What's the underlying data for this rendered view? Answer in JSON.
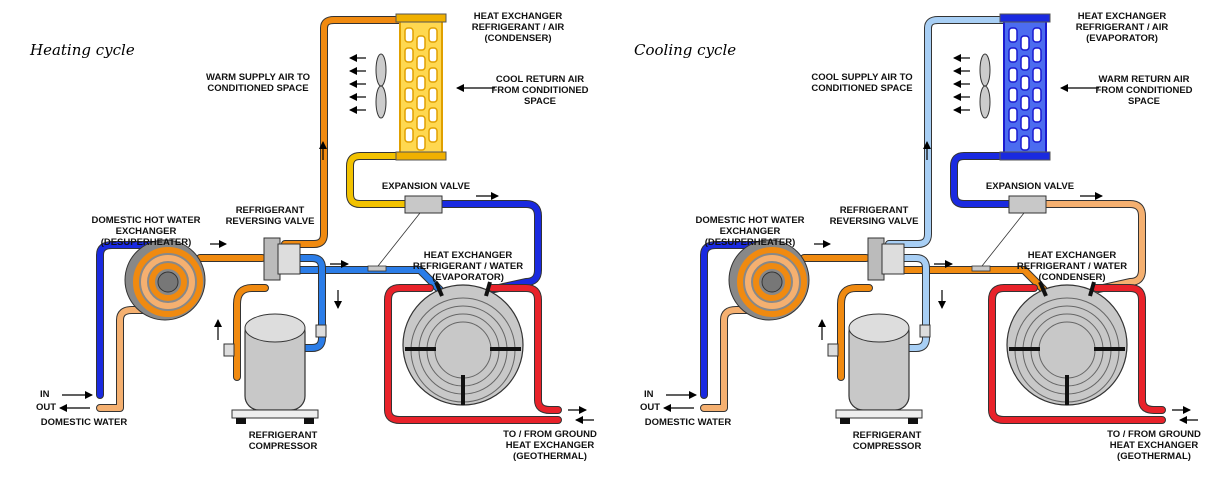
{
  "panels": [
    {
      "id": "heating",
      "title": "Heating cycle",
      "colors": {
        "coil_stroke": "#e0a000",
        "coil_fill": "#ffd850",
        "coil_pipe": "#f0b000",
        "supply_line": "#f08a10",
        "valve_to_expansion": "#f2c200",
        "expansion_to_hx": "#1a2ae0",
        "valve_to_hx": "#2b7de8",
        "loop_to_compressor": "#2b7de8"
      },
      "labels": {
        "coil": [
          "HEAT EXCHANGER",
          "REFRIGERANT / AIR",
          "(CONDENSER)"
        ],
        "supply_air": [
          "WARM SUPPLY AIR TO",
          "CONDITIONED SPACE"
        ],
        "return_air": [
          "COOL RETURN AIR",
          "FROM CONDITIONED",
          "SPACE"
        ],
        "expansion_valve": [
          "EXPANSION VALVE"
        ],
        "desuperheater": [
          "DOMESTIC HOT WATER",
          "EXCHANGER",
          "(DESUPERHEATER)"
        ],
        "reversing_valve": [
          "REFRIGERANT",
          "REVERSING VALVE"
        ],
        "ground_hx": [
          "HEAT EXCHANGER",
          "REFRIGERANT / WATER",
          "(EVAPORATOR)"
        ],
        "in": [
          "IN"
        ],
        "out": [
          "OUT"
        ],
        "domestic_water": [
          "DOMESTIC WATER"
        ],
        "compressor": [
          "REFRIGERANT",
          "COMPRESSOR"
        ],
        "ground_loop": [
          "TO / FROM GROUND",
          "HEAT EXCHANGER",
          "(GEOTHERMAL)"
        ]
      }
    },
    {
      "id": "cooling",
      "title": "Cooling cycle",
      "colors": {
        "coil_stroke": "#1a1ad0",
        "coil_fill": "#4c6cf0",
        "coil_pipe": "#1a2ae0",
        "supply_line": "#a8cff5",
        "valve_to_expansion": "#1a2ae0",
        "expansion_to_hx": "#f5b070",
        "valve_to_hx": "#f08a10",
        "loop_to_compressor": "#a8cff5"
      },
      "labels": {
        "coil": [
          "HEAT EXCHANGER",
          "REFRIGERANT / AIR",
          "(EVAPORATOR)"
        ],
        "supply_air": [
          "COOL SUPPLY AIR TO",
          "CONDITIONED SPACE"
        ],
        "return_air": [
          "WARM RETURN AIR",
          "FROM CONDITIONED",
          "SPACE"
        ],
        "expansion_valve": [
          "EXPANSION VALVE"
        ],
        "desuperheater": [
          "DOMESTIC HOT WATER",
          "EXCHANGER",
          "(DESUPERHEATER)"
        ],
        "reversing_valve": [
          "REFRIGERANT",
          "REVERSING VALVE"
        ],
        "ground_hx": [
          "HEAT EXCHANGER",
          "REFRIGERANT / WATER",
          "(CONDENSER)"
        ],
        "in": [
          "IN"
        ],
        "out": [
          "OUT"
        ],
        "domestic_water": [
          "DOMESTIC WATER"
        ],
        "compressor": [
          "REFRIGERANT",
          "COMPRESSOR"
        ],
        "ground_loop": [
          "TO / FROM GROUND",
          "HEAT EXCHANGER",
          "(GEOTHERMAL)"
        ]
      }
    }
  ]
}
